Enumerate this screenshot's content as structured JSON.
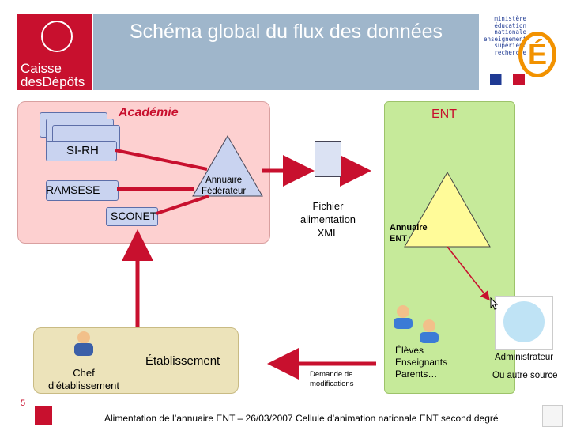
{
  "header": {
    "title": "Schéma global du flux des données",
    "logo_left_line1": "Caisse",
    "logo_left_line2": "desDépôts",
    "logo_right_text": "ministère éducation nationale enseignement supérieur recherche"
  },
  "academie": {
    "label": "Académie",
    "databases": [
      "SI-RH",
      "RAMSESE",
      "SCONET"
    ],
    "annuaire_label_line1": "Annuaire",
    "annuaire_label_line2": "Fédérateur"
  },
  "ent": {
    "label": "ENT",
    "annuaire_label_line1": "Annuaire",
    "annuaire_label_line2": "ENT"
  },
  "fichier": {
    "line1": "Fichier",
    "line2": "alimentation",
    "line3": "XML"
  },
  "etablissement": {
    "label": "Établissement",
    "chef_line1": "Chef",
    "chef_line2": "d'établissement"
  },
  "demande": {
    "line1": "Demande de",
    "line2": "modifications"
  },
  "users": {
    "line1": "Élèves",
    "line2": "Enseignants",
    "line3": "Parents…"
  },
  "admin": {
    "label": "Administrateur",
    "other": "Ou autre source"
  },
  "footer": {
    "page_number": "5",
    "text": "Alimentation de l’annuaire ENT – 26/03/2007 Cellule d’animation nationale ENT second degré"
  },
  "colors": {
    "arrow": "#c8102e",
    "academie_fill": "#fdd0d0",
    "ent_fill": "#c6ea9a",
    "etablissement_fill": "#ece3ba",
    "header_band": "#9fb6cb",
    "brand_red": "#c8102e"
  }
}
